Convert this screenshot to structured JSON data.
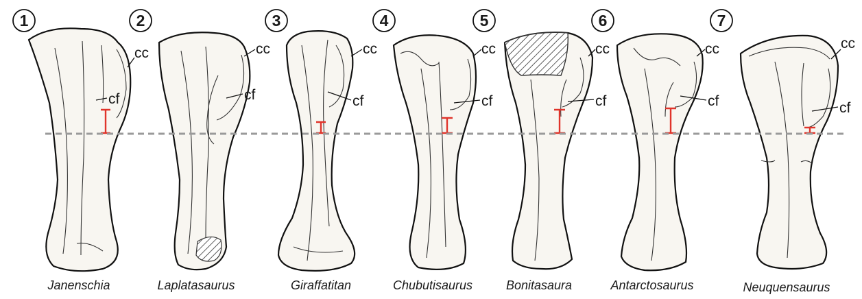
{
  "figure": {
    "colors": {
      "scar_marker": "#e0342b",
      "reference_line": "#9a9a9a",
      "bone_fill": "#f8f6f1",
      "outline": "#111111"
    },
    "annotations": {
      "cc": "cc",
      "cf": "cf"
    },
    "bones": [
      {
        "number": "1",
        "name": "Janenschia"
      },
      {
        "number": "2",
        "name": "Laplatasaurus"
      },
      {
        "number": "3",
        "name": "Giraffatitan"
      },
      {
        "number": "4",
        "name": "Chubutisaurus"
      },
      {
        "number": "5",
        "name": "Bonitasaura"
      },
      {
        "number": "6",
        "name": "Antarctosaurus"
      },
      {
        "number": "7",
        "name": "Neuquensaurus"
      }
    ]
  }
}
